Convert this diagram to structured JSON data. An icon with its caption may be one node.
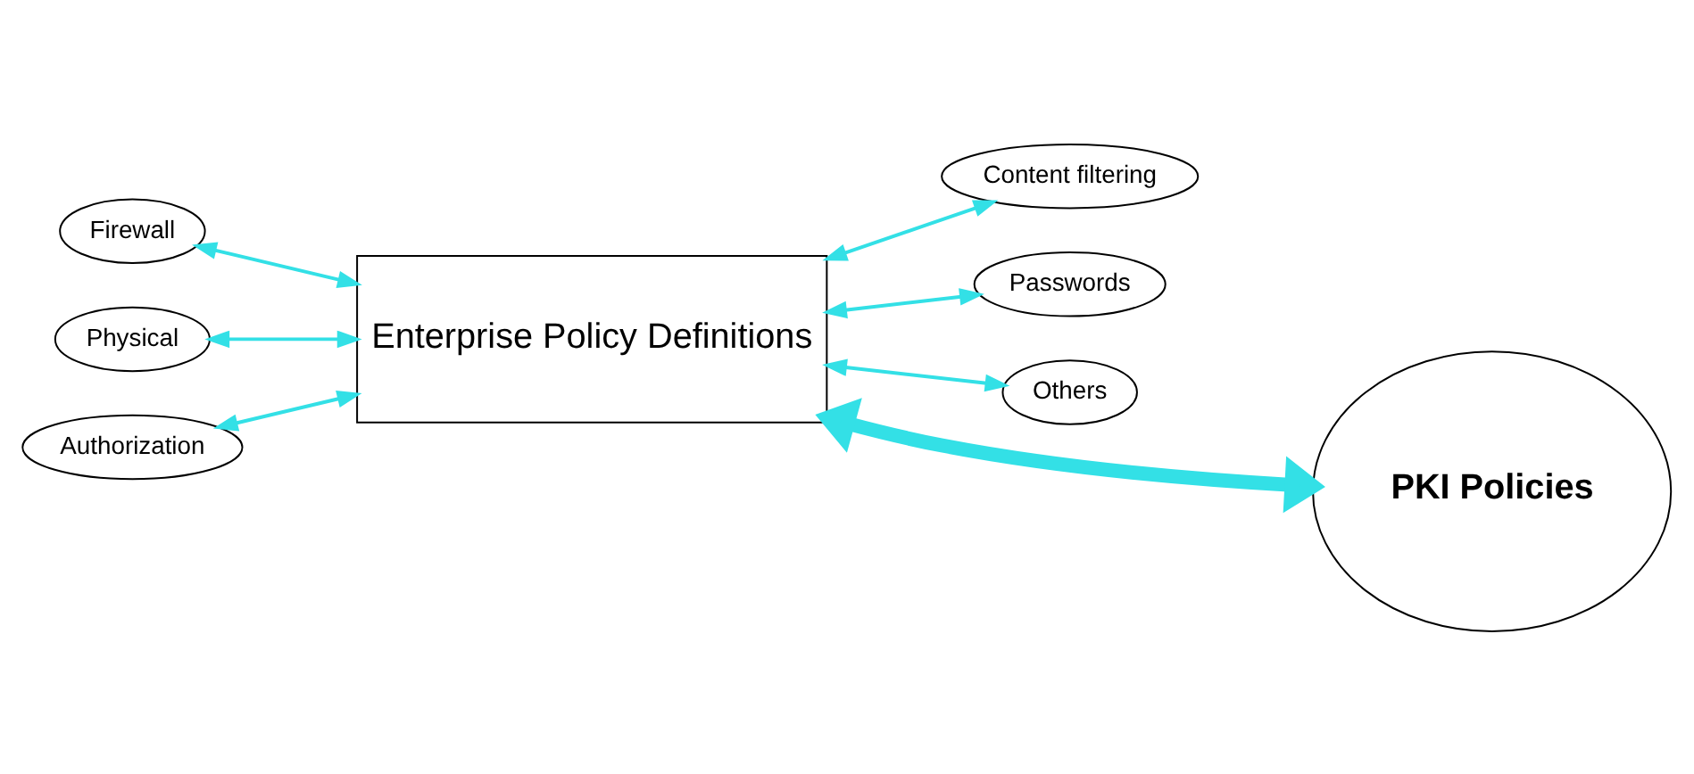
{
  "diagram": {
    "nodes": [
      {
        "text": [
          "Content filtering"
        ]
      },
      {
        "text": [
          "Firewall"
        ]
      },
      {
        "text": [
          "Passwords"
        ]
      },
      {
        "text": [
          "Enterprise Policy Definitions"
        ]
      },
      {
        "text": [
          "Physical"
        ]
      },
      {
        "text": [
          "Authorization"
        ]
      },
      {
        "text": [
          "Others"
        ]
      },
      {
        "text": [
          "PKI Policies"
        ]
      }
    ],
    "edges": [
      {
        "from": 1,
        "to": 3,
        "arrow": "both",
        "color": "#33e0e6"
      },
      {
        "from": 4,
        "to": 3,
        "arrow": "both",
        "color": "#33e0e6"
      },
      {
        "from": 5,
        "to": 3,
        "arrow": "both",
        "color": "#33e0e6"
      },
      {
        "from": 3,
        "to": 0,
        "arrow": "both",
        "color": "#33e0e6"
      },
      {
        "from": 3,
        "to": 2,
        "arrow": "both",
        "color": "#33e0e6"
      },
      {
        "from": 3,
        "to": 6,
        "arrow": "both",
        "color": "#33e0e6"
      },
      {
        "from": 3,
        "to": 7,
        "arrow": "both",
        "style": "thick",
        "color": "#33e0e6"
      }
    ]
  }
}
